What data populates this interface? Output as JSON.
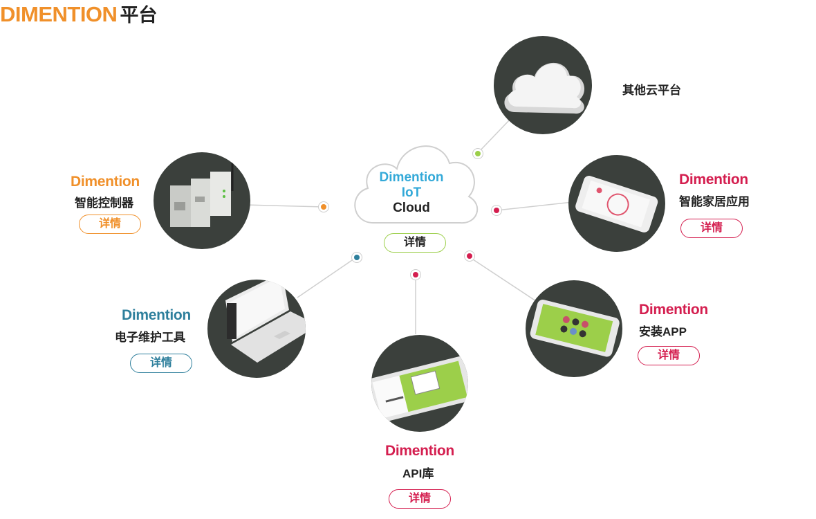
{
  "header": {
    "brand": "DIMENTION",
    "suffix": "平台"
  },
  "center": {
    "line1": "Dimention",
    "line2": "IoT",
    "line3": "Cloud",
    "button": "详情"
  },
  "other_cloud": {
    "label": "其他云平台"
  },
  "nodes": {
    "controller": {
      "brand": "Dimention",
      "label": "智能控制器",
      "button": "详情"
    },
    "smarthome": {
      "brand": "Dimention",
      "label": "智能家居应用",
      "button": "详情"
    },
    "tools": {
      "brand": "Dimention",
      "label": "电子维护工具",
      "button": "详情"
    },
    "app": {
      "brand": "Dimention",
      "label": "安装APP",
      "button": "详情"
    },
    "api": {
      "brand": "Dimention",
      "label": "API库",
      "button": "详情"
    }
  },
  "colors": {
    "orange": "#f0902a",
    "teal": "#2e7f9c",
    "red": "#d41e4f",
    "sky": "#33a9d8",
    "green": "#9ccf4a",
    "dark": "#3b403c"
  }
}
